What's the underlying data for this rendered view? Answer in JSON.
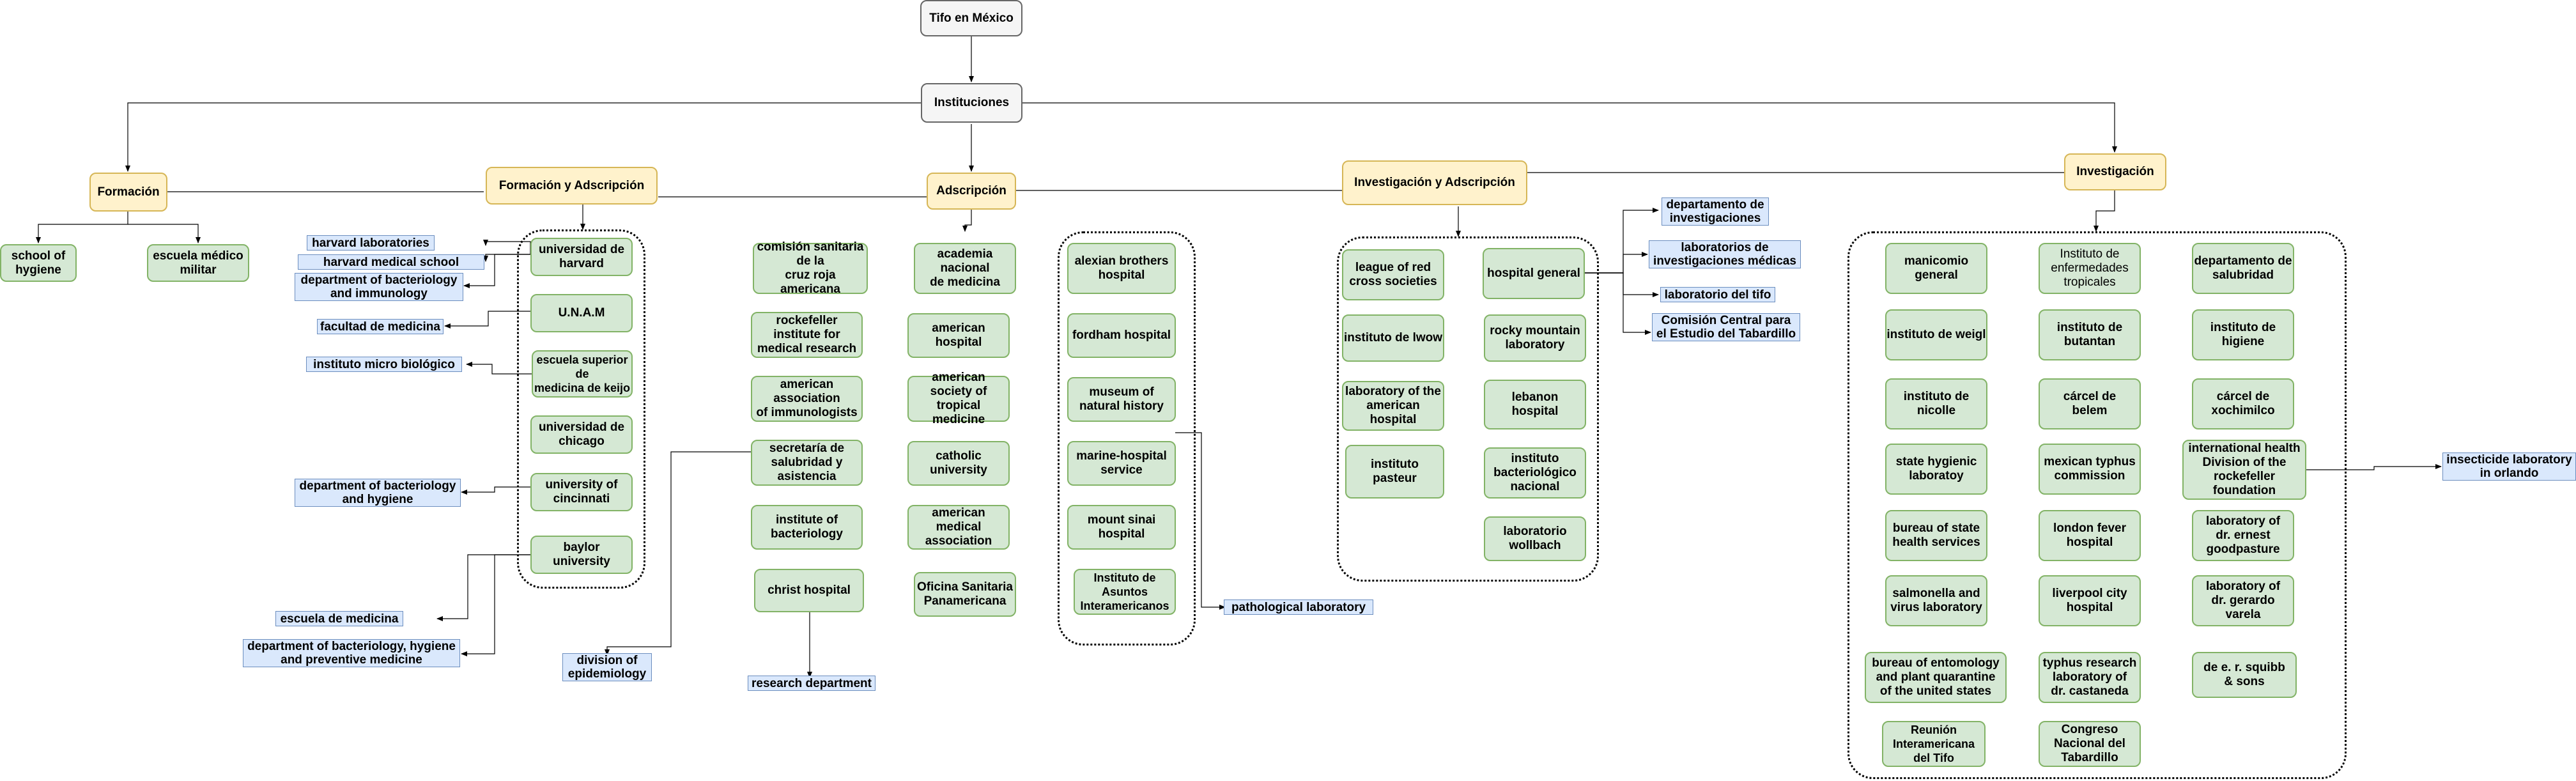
{
  "diagram": {
    "root": "Tifo en México",
    "instituciones": "Instituciones",
    "categories": {
      "formacion": "Formación",
      "formacion_adscripcion": "Formación y Adscripción",
      "adscripcion": "Adscripción",
      "investigacion_adscripcion": "Investigación y Adscripción",
      "investigacion": "Investigación"
    },
    "formacion_items": {
      "school_hygiene": "school of\nhygiene",
      "escuela_medico_militar": "escuela médico\nmilitar"
    },
    "fya_items": {
      "universidad_harvard": "universidad de\nharvard",
      "unam": "U.N.A.M",
      "escuela_superior_keijo": "escuela superior\nde\nmedicina de keijo",
      "universidad_chicago": "universidad de\nchicago",
      "university_cincinnati": "university of\ncincinnati",
      "baylor_university": "baylor\nuniversity"
    },
    "fya_sub": {
      "harvard_laboratories": "harvard laboratories",
      "harvard_medical_school": "harvard medical school",
      "dept_bact_immunology": "department of bacteriology\nand immunology",
      "facultad_medicina": "facultad de medicina",
      "instituto_micro_biologico": "instituto micro biológico",
      "dept_bact_hygiene": "department of bacteriology\nand hygiene",
      "escuela_medicina": "escuela de medicina",
      "dept_bact_hygiene_prev": "department of bacteriology, hygiene\nand preventive medicine"
    },
    "adscripcion_items": {
      "comision_sanitaria": "comisión sanitaria\nde la\ncruz roja americana",
      "academia_nacional": "academia\nnacional\nde medicina",
      "alexian_brothers": "alexian brothers\nhospital",
      "rockefeller_institute": "rockefeller\ninstitute for\nmedical research",
      "american_hospital": "american\nhospital",
      "fordham_hospital": "fordham hospital",
      "american_assoc_immunologists": "american\nassociation\nof immunologists",
      "american_society_tropical": "american\nsociety of\ntropical medicine",
      "museum_natural_history": "museum of\nnatural history",
      "secretaria_salubridad": "secretaría de\nsalubridad y\nasistencia",
      "catholic_university": "catholic\nuniversity",
      "marine_hospital": "marine-hospital\nservice",
      "institute_bacteriology": "institute of\nbacteriology",
      "american_medical_association": "american medical\nassociation",
      "mount_sinai": "mount sinai\nhospital",
      "christ_hospital": "christ hospital",
      "oficina_sanitaria": "Oficina Sanitaria\nPanamericana",
      "instituto_asuntos": "Instituto de\nAsuntos\nInteramericanos"
    },
    "adscripcion_sub": {
      "division_epidemiology": "division of\nepidemiology",
      "research_department": "research department",
      "pathological_laboratory": "pathological laboratory"
    },
    "iya_items": {
      "league_red_cross": "league of red\ncross societies",
      "hospital_general": "hospital general",
      "instituto_lwow": "instituto de lwow",
      "rocky_mountain": "rocky mountain\nlaboratory",
      "lab_american_hospital": "laboratory of the\namerican hospital",
      "lebanon_hospital": "lebanon\nhospital",
      "instituto_pasteur": "instituto\npasteur",
      "instituto_bacteriologico": "instituto\nbacteriológico\nnacional",
      "laboratorio_wollbach": "laboratorio\nwollbach"
    },
    "iya_sub": {
      "departamento_investigaciones": "departamento de\ninvestigaciones",
      "laboratorios_investigaciones": "laboratorios de\ninvestigaciones médicas",
      "laboratorio_tifo": "laboratorio del tifo",
      "comision_central": "Comisión Central para\nel Estudio del Tabardillo"
    },
    "investigacion_items": {
      "manicomio_general": "manicomio\ngeneral",
      "instituto_enfermedades": "Instituto de\nenfermedades\ntropicales",
      "departamento_salubridad": "departamento de\nsalubridad",
      "instituto_weigl": "instituto de weigl",
      "instituto_butantan": "instituto de\nbutantan",
      "instituto_higiene": "instituto de\nhigiene",
      "instituto_nicolle": "instituto de\nnicolle",
      "carcel_belem": "cárcel de\nbelem",
      "carcel_xochimilco": "cárcel de\nxochimilco",
      "state_hygienic": "state hygienic\nlaboratoy",
      "mexican_typhus": "mexican typhus\ncommission",
      "international_health": "international health\nDivision of the\nrockefeller\nfoundation",
      "bureau_state_health": "bureau of state\nhealth services",
      "london_fever": "london fever\nhospital",
      "lab_ernest_goodpasture": "laboratory of\ndr. ernest\ngoodpasture",
      "salmonella_virus": "salmonella and\nvirus laboratory",
      "liverpool_city": "liverpool city\nhospital",
      "lab_gerardo_varela": "laboratory of\ndr. gerardo varela",
      "bureau_entomology": "bureau of entomology\nand plant quarantine\nof the united states",
      "typhus_research_castaneda": "typhus research\nlaboratory of\ndr. castaneda",
      "squibb_sons": "de e. r. squibb\n& sons",
      "reunion_interamericana": "Reunión\nInteramericana\ndel Tifo",
      "congreso_tabardillo": "Congreso\nNacional del\nTabardillo"
    },
    "investigacion_sub": {
      "insecticide_laboratory": "insecticide laboratory\nin orlando"
    }
  },
  "colors": {
    "root_fill": "#f5f5f5",
    "category_fill": "#fff2cc",
    "institution_fill": "#d5e8d4",
    "sub_unit_fill": "#dae8fc",
    "line": "#000000"
  }
}
